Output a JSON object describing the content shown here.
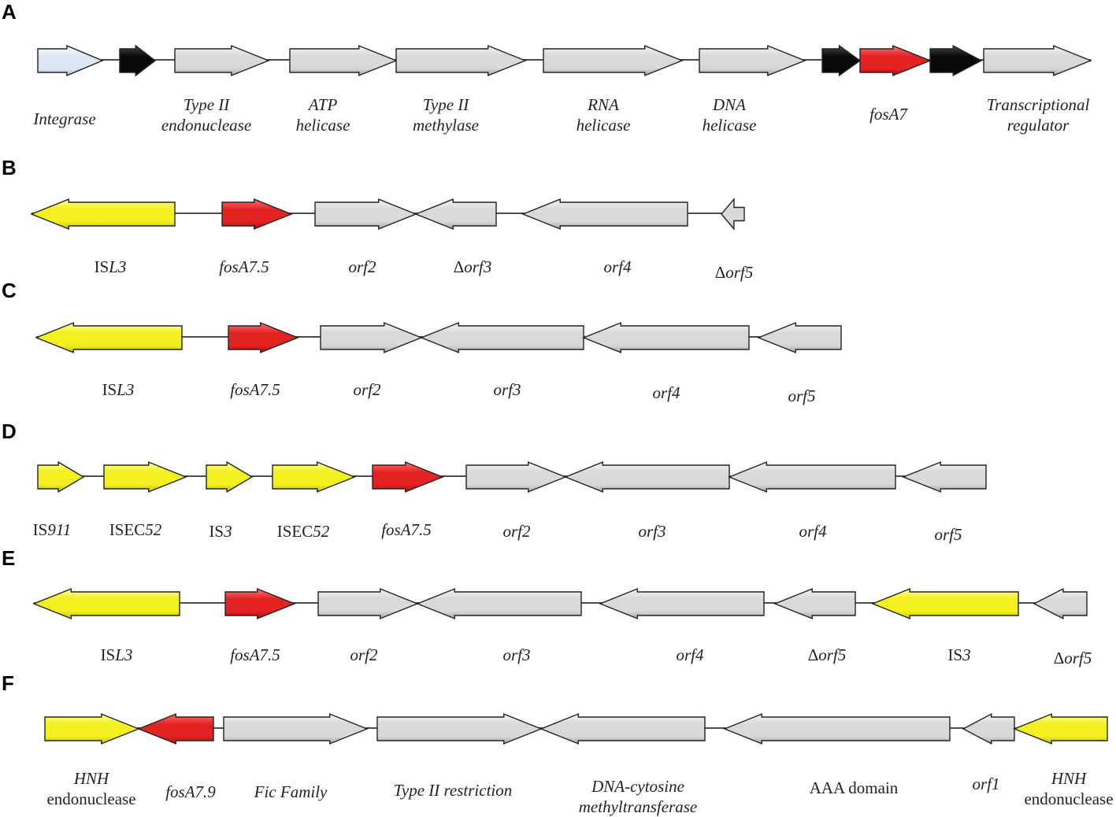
{
  "colors": {
    "gray": "#d9d9d9",
    "gray_light": "#f2f2f2",
    "gray_dark": "#a8a8a8",
    "red": "#e32222",
    "red_light": "#ff7070",
    "red_dark": "#b01010",
    "yellow": "#f2f01e",
    "yellow_light": "#ffff9a",
    "yellow_dark": "#c7c500",
    "black": "#0a0a0a",
    "black_light": "#4a4a4a",
    "black_dark": "#000000",
    "pale": "#dde6f2",
    "pale_light": "#ffffff",
    "pale_dark": "#b7c3d6",
    "outline": "#222222"
  },
  "panels": [
    {
      "letter": "A",
      "genes": [
        {
          "name": "Integrase",
          "color": "pale",
          "dir": "right",
          "lines": [
            [
              {
                "t": "Integrase",
                "i": true
              }
            ]
          ]
        },
        {
          "name": "",
          "color": "black",
          "dir": "right",
          "lines": []
        },
        {
          "name": "Type II endonuclease",
          "color": "gray",
          "dir": "right",
          "lines": [
            [
              {
                "t": "Type II",
                "i": true
              }
            ],
            [
              {
                "t": "endonuclease",
                "i": true
              }
            ]
          ]
        },
        {
          "name": "ATP helicase",
          "color": "gray",
          "dir": "right",
          "lines": [
            [
              {
                "t": "ATP",
                "i": true
              }
            ],
            [
              {
                "t": "helicase",
                "i": true
              }
            ]
          ]
        },
        {
          "name": "Type II methylase",
          "color": "gray",
          "dir": "right",
          "lines": [
            [
              {
                "t": "Type II",
                "i": true
              }
            ],
            [
              {
                "t": "methylase",
                "i": true
              }
            ]
          ]
        },
        {
          "name": "RNA helicase",
          "color": "gray",
          "dir": "right",
          "lines": [
            [
              {
                "t": "RNA",
                "i": true
              }
            ],
            [
              {
                "t": "helicase",
                "i": true
              }
            ]
          ]
        },
        {
          "name": "DNA helicase",
          "color": "gray",
          "dir": "right",
          "lines": [
            [
              {
                "t": "DNA",
                "i": true
              }
            ],
            [
              {
                "t": "helicase",
                "i": true
              }
            ]
          ]
        },
        {
          "name": "",
          "color": "black",
          "dir": "right",
          "lines": []
        },
        {
          "name": "fosA7",
          "color": "red",
          "dir": "right",
          "lines": [
            [
              {
                "t": "fosA7",
                "i": true
              }
            ]
          ]
        },
        {
          "name": "",
          "color": "black",
          "dir": "right",
          "lines": []
        },
        {
          "name": "Transcriptional regulator",
          "color": "gray",
          "dir": "right",
          "lines": [
            [
              {
                "t": "Transcriptional",
                "i": true
              }
            ],
            [
              {
                "t": "regulator",
                "i": true
              }
            ]
          ]
        }
      ]
    },
    {
      "letter": "B",
      "genes": [
        {
          "name": "ISL3",
          "color": "yellow",
          "dir": "left",
          "lines": [
            [
              {
                "t": "IS",
                "i": false
              },
              {
                "t": "L3",
                "i": true
              }
            ]
          ]
        },
        {
          "name": "fosA7.5",
          "color": "red",
          "dir": "right",
          "lines": [
            [
              {
                "t": "fosA7.5",
                "i": true
              }
            ]
          ]
        },
        {
          "name": "orf2",
          "color": "gray",
          "dir": "right",
          "lines": [
            [
              {
                "t": "orf2",
                "i": true
              }
            ]
          ]
        },
        {
          "name": "Δorf3",
          "color": "gray",
          "dir": "left",
          "lines": [
            [
              {
                "t": "Δ",
                "i": false
              },
              {
                "t": "orf3",
                "i": true
              }
            ]
          ]
        },
        {
          "name": "orf4",
          "color": "gray",
          "dir": "left",
          "lines": [
            [
              {
                "t": "orf4",
                "i": true
              }
            ]
          ]
        },
        {
          "name": "Δorf5",
          "color": "gray",
          "dir": "left",
          "lines": [
            [
              {
                "t": "Δ",
                "i": false
              },
              {
                "t": "orf5",
                "i": true
              }
            ]
          ]
        }
      ]
    },
    {
      "letter": "C",
      "genes": [
        {
          "name": "ISL3",
          "color": "yellow",
          "dir": "left",
          "lines": [
            [
              {
                "t": "IS",
                "i": false
              },
              {
                "t": "L3",
                "i": true
              }
            ]
          ]
        },
        {
          "name": "fosA7.5",
          "color": "red",
          "dir": "right",
          "lines": [
            [
              {
                "t": "fosA7.5",
                "i": true
              }
            ]
          ]
        },
        {
          "name": "orf2",
          "color": "gray",
          "dir": "right",
          "lines": [
            [
              {
                "t": "orf2",
                "i": true
              }
            ]
          ]
        },
        {
          "name": "orf3",
          "color": "gray",
          "dir": "left",
          "lines": [
            [
              {
                "t": "orf3",
                "i": true
              }
            ]
          ]
        },
        {
          "name": "orf4",
          "color": "gray",
          "dir": "left",
          "lines": [
            [
              {
                "t": "orf4",
                "i": true
              }
            ]
          ]
        },
        {
          "name": "orf5",
          "color": "gray",
          "dir": "left",
          "lines": [
            [
              {
                "t": "orf5",
                "i": true
              }
            ]
          ]
        }
      ]
    },
    {
      "letter": "D",
      "genes": [
        {
          "name": "IS911",
          "color": "yellow",
          "dir": "right",
          "lines": [
            [
              {
                "t": "IS",
                "i": false
              },
              {
                "t": "911",
                "i": true
              }
            ]
          ]
        },
        {
          "name": "ISEC52",
          "color": "yellow",
          "dir": "right",
          "lines": [
            [
              {
                "t": "ISEC",
                "i": false
              },
              {
                "t": "52",
                "i": true
              }
            ]
          ]
        },
        {
          "name": "IS3",
          "color": "yellow",
          "dir": "right",
          "lines": [
            [
              {
                "t": "IS",
                "i": false
              },
              {
                "t": "3",
                "i": true
              }
            ]
          ]
        },
        {
          "name": "ISEC52",
          "color": "yellow",
          "dir": "right",
          "lines": [
            [
              {
                "t": "ISEC",
                "i": false
              },
              {
                "t": "52",
                "i": true
              }
            ]
          ]
        },
        {
          "name": "fosA7.5",
          "color": "red",
          "dir": "right",
          "lines": [
            [
              {
                "t": "fosA7.5",
                "i": true
              }
            ]
          ]
        },
        {
          "name": "orf2",
          "color": "gray",
          "dir": "right",
          "lines": [
            [
              {
                "t": "orf2",
                "i": true
              }
            ]
          ]
        },
        {
          "name": "orf3",
          "color": "gray",
          "dir": "left",
          "lines": [
            [
              {
                "t": "orf3",
                "i": true
              }
            ]
          ]
        },
        {
          "name": "orf4",
          "color": "gray",
          "dir": "left",
          "lines": [
            [
              {
                "t": "orf4",
                "i": true
              }
            ]
          ]
        },
        {
          "name": "orf5",
          "color": "gray",
          "dir": "left",
          "lines": [
            [
              {
                "t": "orf5",
                "i": true
              }
            ]
          ]
        }
      ]
    },
    {
      "letter": "E",
      "genes": [
        {
          "name": "ISL3",
          "color": "yellow",
          "dir": "left",
          "lines": [
            [
              {
                "t": "IS",
                "i": false
              },
              {
                "t": "L3",
                "i": true
              }
            ]
          ]
        },
        {
          "name": "fosA7.5",
          "color": "red",
          "dir": "right",
          "lines": [
            [
              {
                "t": "fosA7.5",
                "i": true
              }
            ]
          ]
        },
        {
          "name": "orf2",
          "color": "gray",
          "dir": "right",
          "lines": [
            [
              {
                "t": "orf2",
                "i": true
              }
            ]
          ]
        },
        {
          "name": "orf3",
          "color": "gray",
          "dir": "left",
          "lines": [
            [
              {
                "t": "orf3",
                "i": true
              }
            ]
          ]
        },
        {
          "name": "orf4",
          "color": "gray",
          "dir": "left",
          "lines": [
            [
              {
                "t": "orf4",
                "i": true
              }
            ]
          ]
        },
        {
          "name": "Δorf5",
          "color": "gray",
          "dir": "left",
          "lines": [
            [
              {
                "t": "Δ",
                "i": false
              },
              {
                "t": "orf5",
                "i": true
              }
            ]
          ]
        },
        {
          "name": "IS3",
          "color": "yellow",
          "dir": "left",
          "lines": [
            [
              {
                "t": "IS",
                "i": false
              },
              {
                "t": "3",
                "i": true
              }
            ]
          ]
        },
        {
          "name": "Δorf5",
          "color": "gray",
          "dir": "left",
          "lines": [
            [
              {
                "t": "Δ",
                "i": false
              },
              {
                "t": "orf5",
                "i": true
              }
            ]
          ]
        }
      ]
    },
    {
      "letter": "F",
      "genes": [
        {
          "name": "HNH endonuclease",
          "color": "yellow",
          "dir": "right",
          "lines": [
            [
              {
                "t": "HNH",
                "i": true
              }
            ],
            [
              {
                "t": "endonuclease",
                "i": false
              }
            ]
          ]
        },
        {
          "name": "fosA7.9",
          "color": "red",
          "dir": "left",
          "lines": [
            [
              {
                "t": "fosA7.9",
                "i": true
              }
            ]
          ]
        },
        {
          "name": "Fic Family",
          "color": "gray",
          "dir": "right",
          "lines": [
            [
              {
                "t": "Fic Family",
                "i": true
              }
            ]
          ]
        },
        {
          "name": "Type II restriction",
          "color": "gray",
          "dir": "right",
          "lines": [
            [
              {
                "t": "Type II restriction",
                "i": true
              }
            ]
          ]
        },
        {
          "name": "DNA-cytosine methyltransferase",
          "color": "gray",
          "dir": "left",
          "lines": [
            [
              {
                "t": "DNA-cytosine",
                "i": true
              }
            ],
            [
              {
                "t": "methyltransferase",
                "i": true
              }
            ]
          ]
        },
        {
          "name": "AAA domain",
          "color": "gray",
          "dir": "left",
          "lines": [
            [
              {
                "t": "AAA domain",
                "i": false
              }
            ]
          ]
        },
        {
          "name": "orf1",
          "color": "gray",
          "dir": "left",
          "lines": [
            [
              {
                "t": "orf1",
                "i": true
              }
            ]
          ]
        },
        {
          "name": "HNH endonuclease",
          "color": "yellow",
          "dir": "left",
          "lines": [
            [
              {
                "t": "HNH",
                "i": true
              }
            ],
            [
              {
                "t": "endonuclease",
                "i": false
              }
            ]
          ]
        }
      ]
    }
  ]
}
